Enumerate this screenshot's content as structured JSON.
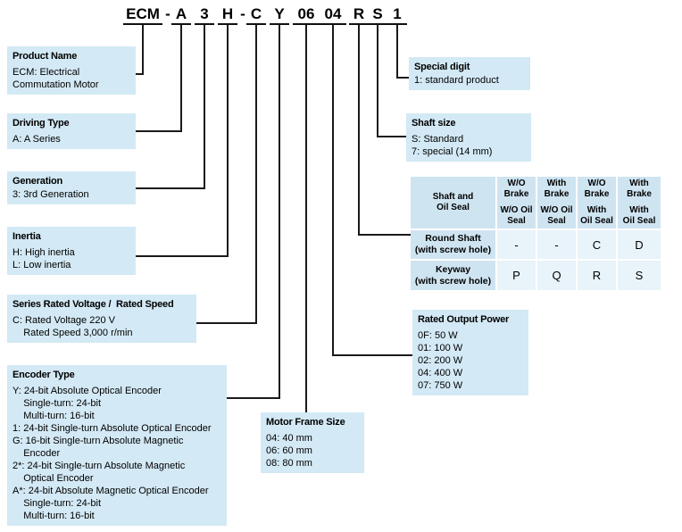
{
  "code": {
    "segments": [
      "ECM",
      "-",
      "A",
      "3",
      "H",
      "-",
      "C",
      "Y",
      "06",
      "04",
      "R",
      "S",
      "1"
    ]
  },
  "boxes": {
    "product_name": {
      "title": "Product Name",
      "lines": [
        "ECM: Electrical",
        "Commutation Motor"
      ]
    },
    "driving_type": {
      "title": "Driving Type",
      "lines": [
        "A: A Series"
      ]
    },
    "generation": {
      "title": "Generation",
      "lines": [
        "3: 3rd Generation"
      ]
    },
    "inertia": {
      "title": "Inertia",
      "lines": [
        "H: High inertia",
        "L: Low inertia"
      ]
    },
    "voltage_speed": {
      "title": "Series Rated Voltage /  Rated Speed",
      "lines": [
        "C: Rated Voltage 220 V",
        "    Rated Speed 3,000 r/min"
      ]
    },
    "encoder_type": {
      "title": "Encoder Type",
      "lines": [
        "Y: 24-bit Absolute Optical Encoder",
        "    Single-turn: 24-bit",
        "    Multi-turn: 16-bit",
        "1: 24-bit Single-turn Absolute Optical Encoder",
        "G: 16-bit Single-turn Absolute Magnetic",
        "    Encoder",
        "2*: 24-bit Single-turn Absolute Magnetic",
        "    Optical Encoder",
        "A*: 24-bit Absolute Magnetic Optical Encoder",
        "    Single-turn: 24-bit",
        "    Multi-turn: 16-bit"
      ]
    },
    "motor_frame": {
      "title": "Motor Frame Size",
      "lines": [
        "04: 40 mm",
        "06: 60 mm",
        "08: 80 mm"
      ]
    },
    "special_digit": {
      "title": "Special digit",
      "lines": [
        "1: standard product"
      ]
    },
    "shaft_size": {
      "title": "Shaft size",
      "lines": [
        "S: Standard",
        "7: special (14 mm)"
      ]
    },
    "rated_power": {
      "title": "Rated Output Power",
      "lines": [
        "0F: 50 W",
        "01: 100 W",
        "02: 200 W",
        "04: 400 W",
        "07: 750 W"
      ]
    }
  },
  "shaft_table": {
    "corner": "Shaft and\nOil Seal",
    "columns": [
      {
        "brake": "W/O\nBrake",
        "seal": "W/O Oil\nSeal"
      },
      {
        "brake": "With\nBrake",
        "seal": "W/O Oil\nSeal"
      },
      {
        "brake": "W/O\nBrake",
        "seal": "With\nOil Seal"
      },
      {
        "brake": "With\nBrake",
        "seal": "With\nOil Seal"
      }
    ],
    "rows": [
      {
        "label": "Round Shaft",
        "sub": "(with screw hole)",
        "cells": [
          "-",
          "-",
          "C",
          "D"
        ]
      },
      {
        "label": "Keyway",
        "sub": "(with screw hole)",
        "cells": [
          "P",
          "Q",
          "R",
          "S"
        ]
      }
    ]
  },
  "colors": {
    "box_bg": "#d3e9f5",
    "table_header_bg": "#cfe4f1",
    "table_cell_bg": "#e8f3fa",
    "line": "#1a1a1a"
  }
}
